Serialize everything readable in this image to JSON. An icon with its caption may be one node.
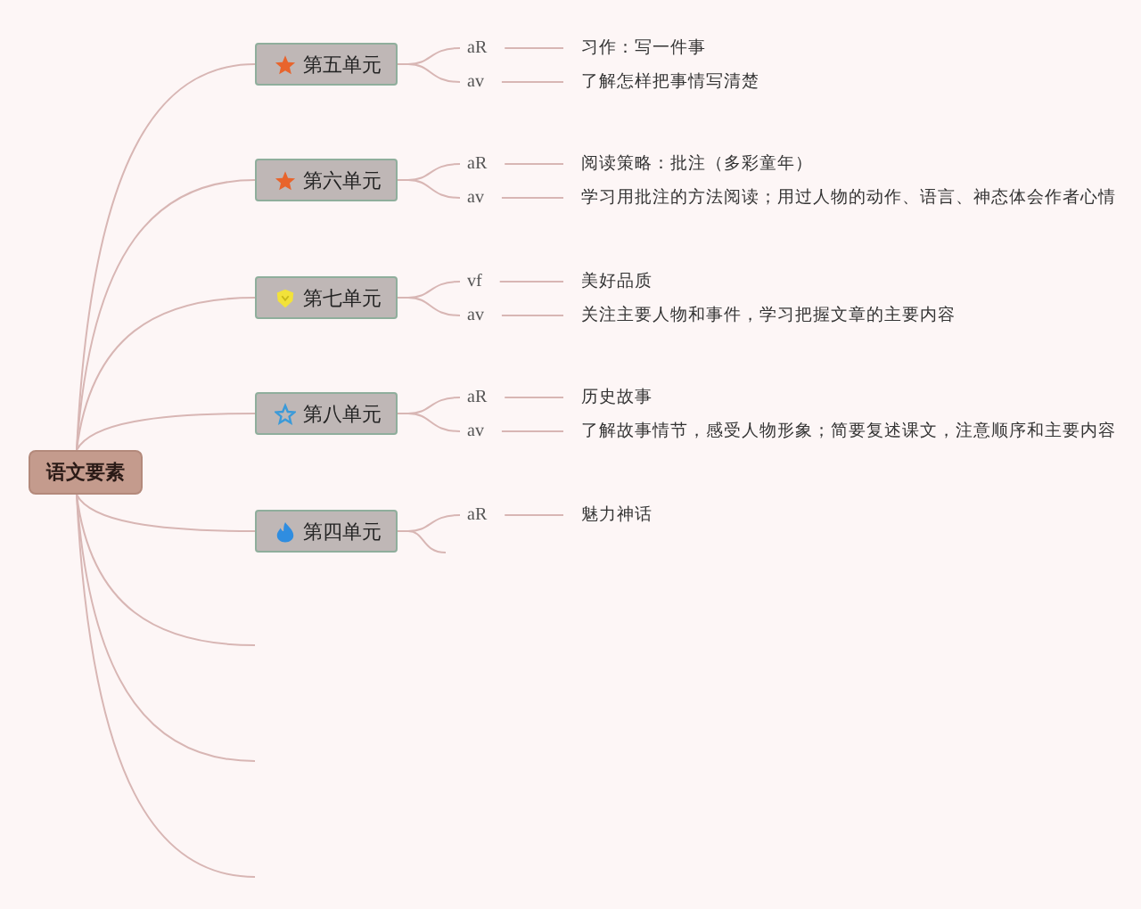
{
  "diagram": {
    "nodes": [
      {
        "text": [
          "语文要素"
        ]
      },
      {
        "text": [
          "第五单元"
        ]
      },
      {
        "text": [
          "aR"
        ]
      },
      {
        "text": [
          "习作：写一件事"
        ]
      },
      {
        "text": [
          "av"
        ]
      },
      {
        "text": [
          "了解怎样把事情写清楚"
        ]
      },
      {
        "text": [
          "第六单元"
        ]
      },
      {
        "text": [
          "aR"
        ]
      },
      {
        "text": [
          "阅读策略：批注（多彩童年）"
        ]
      },
      {
        "text": [
          "av"
        ]
      },
      {
        "text": [
          "学习用批注的方法阅读；用过人物的动作、语言、神态体会作者心情"
        ]
      },
      {
        "text": [
          "第七单元"
        ]
      },
      {
        "text": [
          "vf"
        ]
      },
      {
        "text": [
          "美好品质"
        ]
      },
      {
        "text": [
          "av"
        ]
      },
      {
        "text": [
          "关注主要人物和事件，学习把握文章的主要内容"
        ]
      },
      {
        "text": [
          "第八单元"
        ]
      },
      {
        "text": [
          "aR"
        ]
      },
      {
        "text": [
          "历史故事"
        ]
      },
      {
        "text": [
          "av"
        ]
      },
      {
        "text": [
          "了解故事情节，感受人物形象；简要复述课文，注意顺序和主要内容"
        ]
      },
      {
        "text": [
          "第四单元"
        ]
      },
      {
        "text": [
          "aR"
        ]
      },
      {
        "text": [
          "魅力神话"
        ]
      }
    ],
    "edges": [
      {
        "from": 0,
        "to": 1,
        "arrow": "none"
      },
      {
        "from": 0,
        "to": 6,
        "arrow": "none"
      },
      {
        "from": 0,
        "to": 11,
        "arrow": "none"
      },
      {
        "from": 0,
        "to": 16,
        "arrow": "none"
      },
      {
        "from": 0,
        "to": 21,
        "arrow": "none"
      },
      {
        "from": 0,
        "to": null,
        "arrow": "none"
      },
      {
        "from": 0,
        "to": null,
        "arrow": "none"
      },
      {
        "from": 0,
        "to": null,
        "arrow": "none"
      },
      {
        "from": 1,
        "to": 2,
        "arrow": "none"
      },
      {
        "from": 2,
        "to": 3,
        "arrow": "none"
      },
      {
        "from": 1,
        "to": 4,
        "arrow": "none"
      },
      {
        "from": 4,
        "to": 5,
        "arrow": "none"
      },
      {
        "from": 6,
        "to": 7,
        "arrow": "none"
      },
      {
        "from": 7,
        "to": 8,
        "arrow": "none"
      },
      {
        "from": 6,
        "to": 9,
        "arrow": "none"
      },
      {
        "from": 9,
        "to": 10,
        "arrow": "none"
      },
      {
        "from": 11,
        "to": 12,
        "arrow": "none"
      },
      {
        "from": 12,
        "to": 13,
        "arrow": "none"
      },
      {
        "from": 11,
        "to": 14,
        "arrow": "none"
      },
      {
        "from": 14,
        "to": 15,
        "arrow": "none"
      },
      {
        "from": 16,
        "to": 17,
        "arrow": "none"
      },
      {
        "from": 17,
        "to": 18,
        "arrow": "none"
      },
      {
        "from": 16,
        "to": 19,
        "arrow": "none"
      },
      {
        "from": 19,
        "to": 20,
        "arrow": "none"
      },
      {
        "from": 21,
        "to": 22,
        "arrow": "none"
      },
      {
        "from": 22,
        "to": 23,
        "arrow": "none"
      },
      {
        "from": 21,
        "to": null,
        "arrow": "none"
      }
    ]
  }
}
